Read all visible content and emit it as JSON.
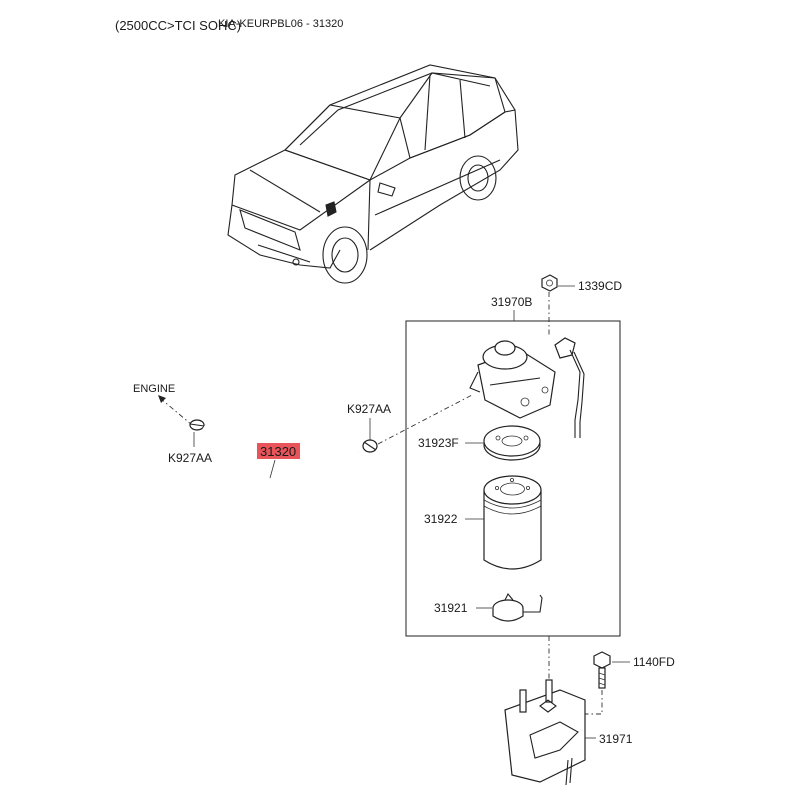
{
  "header": {
    "variant": "(2500CC>TCI SOHC)",
    "ref": "KIA-KEURPBL06 - 31320"
  },
  "callouts": {
    "engine": "ENGINE",
    "clamp_left": "K927AA",
    "clamp_right": "K927AA",
    "hose": "31320",
    "nut": "1339CD",
    "filter_head": "31970B",
    "gasket": "31923F",
    "filter": "31922",
    "sensor": "31921",
    "bolt": "1140FD",
    "bracket": "31971"
  },
  "colors": {
    "highlight": "#e8545a",
    "line": "#222222"
  }
}
